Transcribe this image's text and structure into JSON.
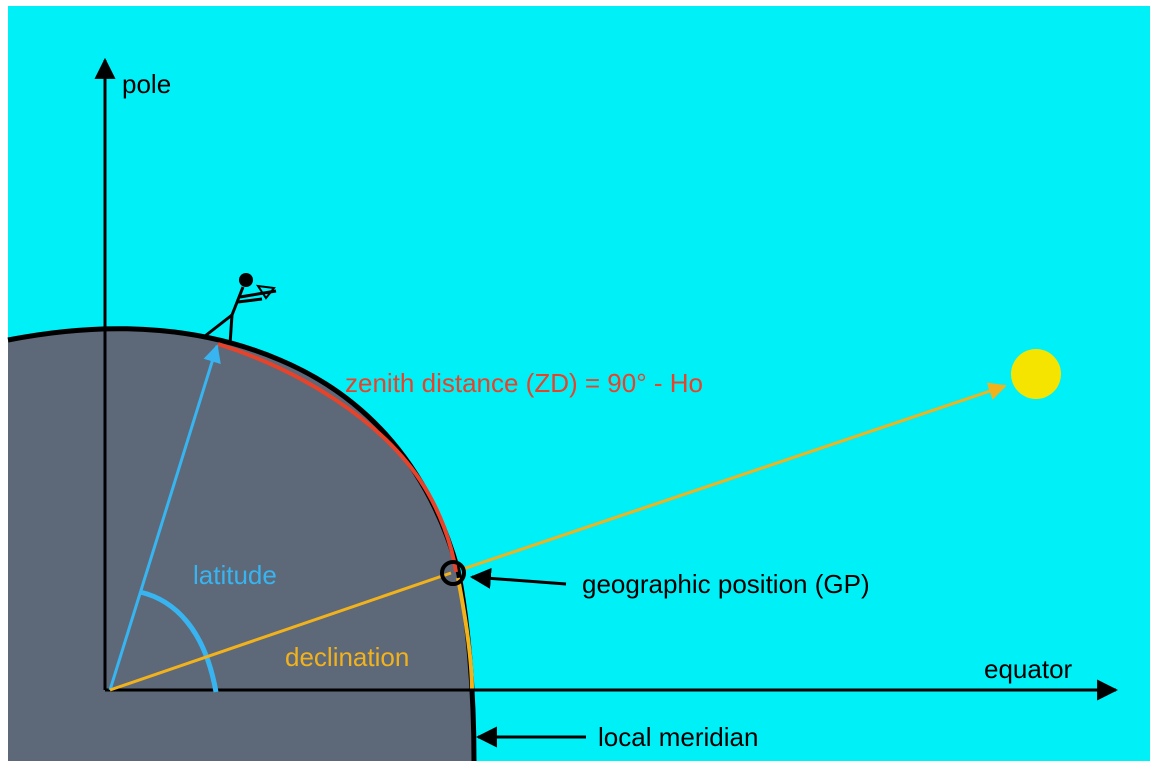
{
  "labels": {
    "pole": "pole",
    "equator": "equator",
    "zenith_distance": "zenith distance (ZD) = 90° - Ho",
    "latitude": "latitude",
    "declination": "declination",
    "geographic_position": "geographic position (GP)",
    "local_meridian": "local meridian"
  },
  "colors": {
    "background": "#00f0f8",
    "earth": "#5d6878",
    "zenith_arc": "#e8432a",
    "latitude": "#38b4f0",
    "declination": "#f2b21c",
    "sun": "#f5e400",
    "axis": "#000000"
  }
}
